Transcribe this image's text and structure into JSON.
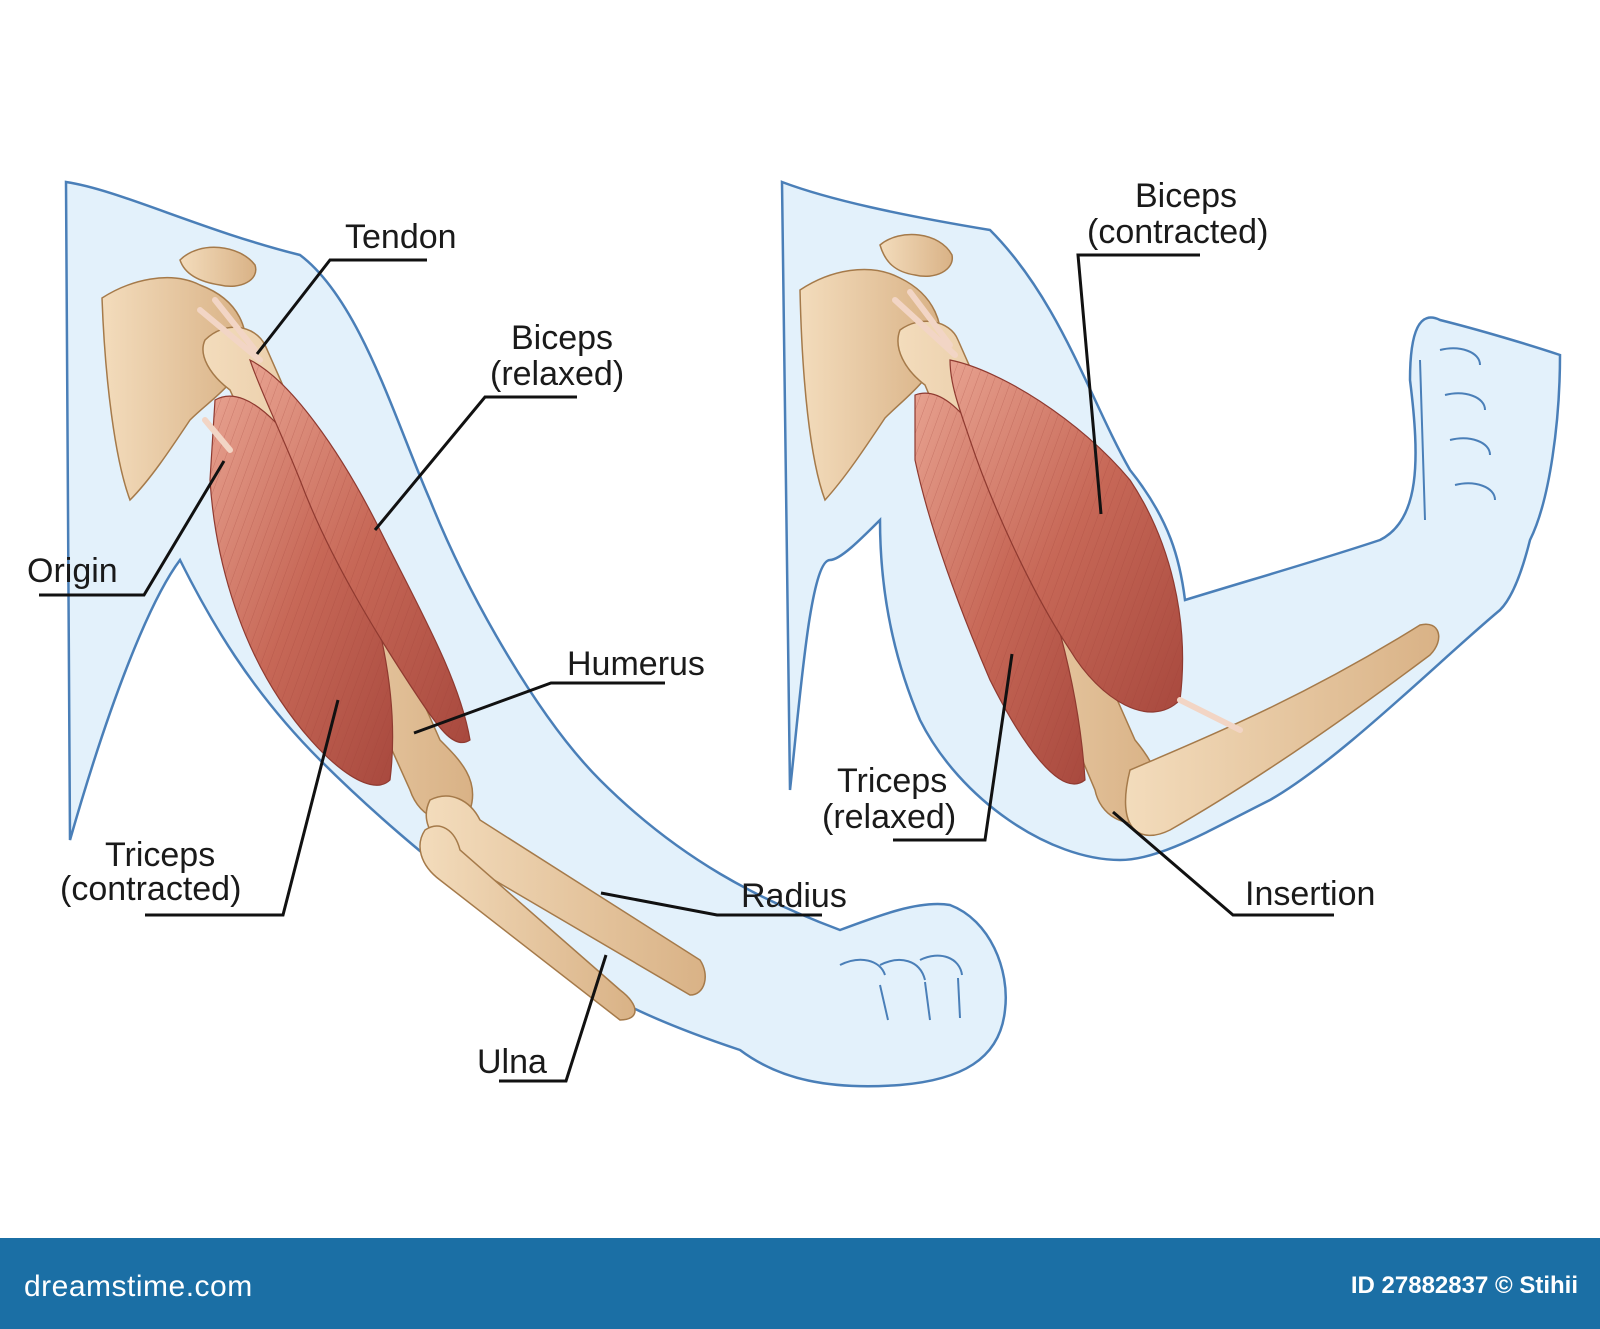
{
  "labels": {
    "tendon": "Tendon",
    "biceps_relaxed_1": "Biceps",
    "biceps_relaxed_2": "(relaxed)",
    "origin": "Origin",
    "humerus": "Humerus",
    "triceps_contracted_1": "Triceps",
    "triceps_contracted_2": "(contracted)",
    "radius": "Radius",
    "ulna": "Ulna",
    "biceps_contracted_1": "Biceps",
    "biceps_contracted_2": "(contracted)",
    "triceps_relaxed_1": "Triceps",
    "triceps_relaxed_2": "(relaxed)",
    "insertion": "Insertion"
  },
  "footer": {
    "logo": "dreamstime.com",
    "credit": "ID 27882837 © Stihii"
  },
  "colors": {
    "skin_fill": "#e3f1fb",
    "skin_outline": "#4a7fb8",
    "bone": "#e9c9a0",
    "muscle": "#c8695a",
    "footer_bg": "#1b6fa5"
  }
}
